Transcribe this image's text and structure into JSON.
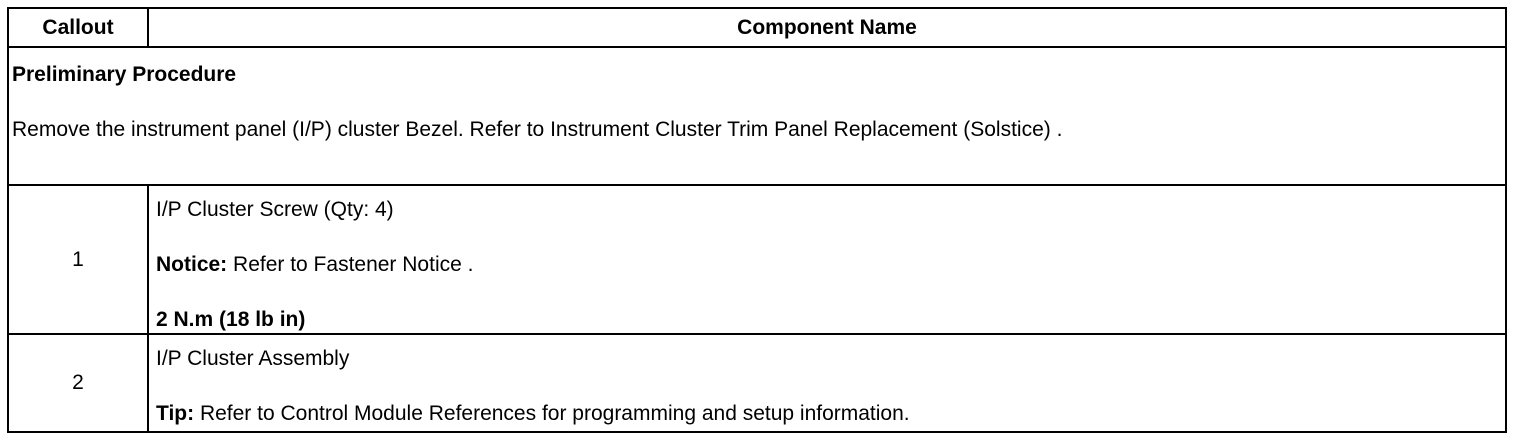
{
  "table": {
    "headers": {
      "callout": "Callout",
      "component": "Component Name"
    },
    "preliminary": {
      "title": "Preliminary Procedure",
      "text": "Remove the instrument panel (I/P) cluster Bezel. Refer to Instrument Cluster Trim Panel Replacement (Solstice) ."
    },
    "rows": [
      {
        "callout": "1",
        "name": "I/P Cluster Screw (Qty: 4)",
        "note_label": "Notice:",
        "note_text": " Refer to Fastener Notice .",
        "spec": "2 N.m (18 lb in)"
      },
      {
        "callout": "2",
        "name": "I/P Cluster Assembly",
        "note_label": "Tip:",
        "note_text": " Refer to Control Module References for programming and setup information."
      }
    ]
  }
}
